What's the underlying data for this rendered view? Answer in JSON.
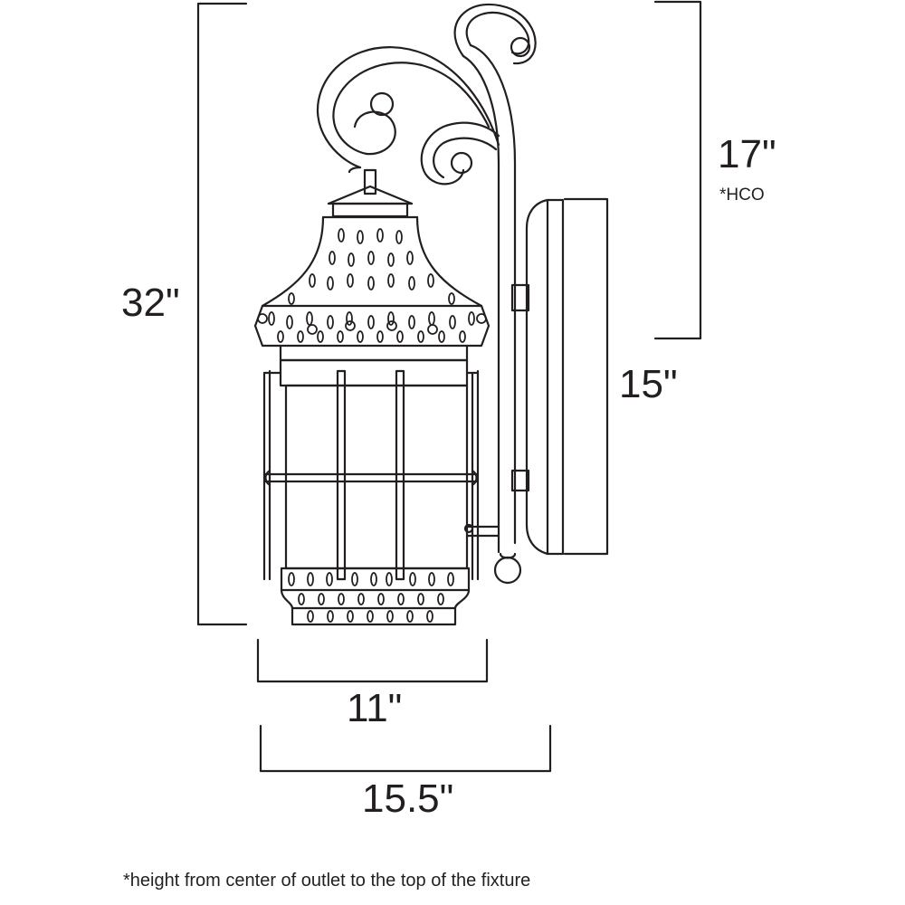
{
  "dimensions": {
    "overall_height": "32\"",
    "hco_height": "17\"",
    "hco_marker": "*HCO",
    "backplate_height": "15\"",
    "body_width": "11\"",
    "overall_width": "15.5\""
  },
  "footnote": "*height from center of outlet to the top of the fixture",
  "colors": {
    "line": "#231f20",
    "background": "#ffffff"
  }
}
